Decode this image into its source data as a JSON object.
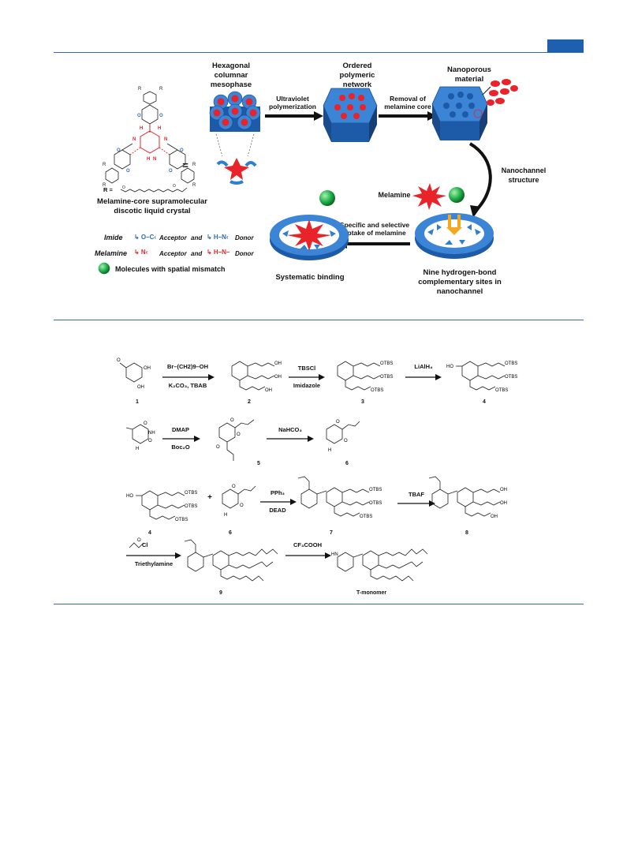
{
  "scheme_top": {
    "hexagonal": "Hexagonal columnar mesophase",
    "uv": "Ultraviolet polymerization",
    "ordered": "Ordered polymeric network",
    "removal": "Removal of melamine core",
    "nanoporous": "Nanoporous material",
    "nanochannel": "Nanochannel structure",
    "melamine": "Melamine",
    "specific": "Specific and selective uptake of melamine",
    "systematic": "Systematic binding",
    "nine": "Nine hydrogen-bond complementary sites in nanochannel",
    "crystal": "Melamine-core supramolecular discotic liquid crystal",
    "r_eq": "R =",
    "imide": "Imide",
    "melamine_legend": "Melamine",
    "acceptor": "Acceptor",
    "and": "and",
    "donor": "Donor",
    "mismatch": "Molecules with spatial mismatch",
    "equals": "="
  },
  "synthesis": {
    "row1": {
      "reagent_top": "Br–(CH2)9–OH",
      "reagent_bottom": "K₂CO₃, TBAB",
      "tbscl": "TBSCl",
      "imidazole": "Imidazole",
      "lialh": "LiAlH₄"
    },
    "row2": {
      "dmap": "DMAP",
      "boc": "Boc₂O",
      "nahco": "NaHCO₃"
    },
    "row3": {
      "pph": "PPh₃",
      "dead": "DEAD",
      "tbaf": "TBAF",
      "plus": "+"
    },
    "row4": {
      "acryl": "Cl",
      "triethylamine": "Triethylamine",
      "cf3": "CF₃COOH",
      "tmono": "T-monomer"
    },
    "compounds": [
      "1",
      "2",
      "3",
      "4",
      "5",
      "6",
      "4",
      "6",
      "7",
      "8",
      "9"
    ],
    "otbs": "OTBS",
    "oh": "OH",
    "ho": "HO"
  },
  "colors": {
    "accent": "#2f6bb5",
    "red": "#e8232a",
    "blue": "#2f7fd0",
    "green": "#22b24c"
  }
}
